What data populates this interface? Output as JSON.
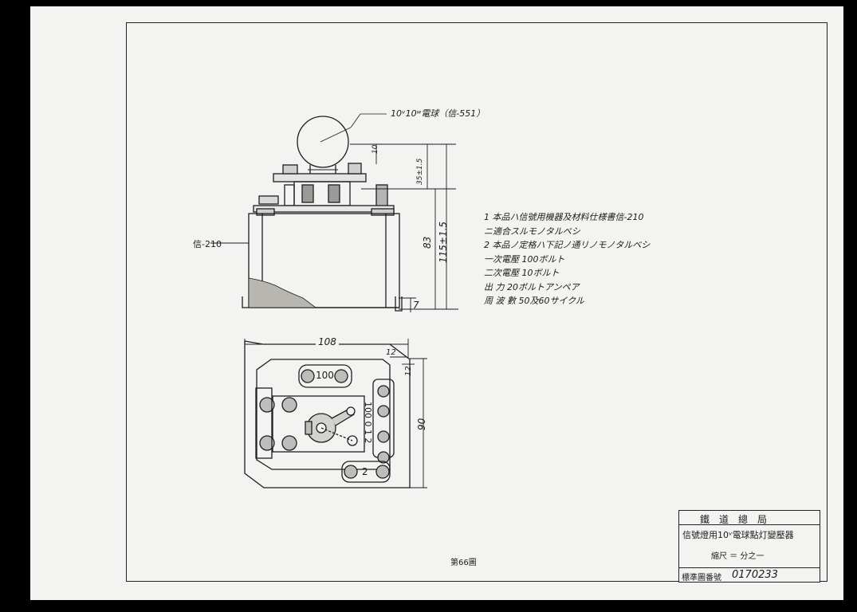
{
  "drawing": {
    "bulb_label": "10ᵛ10ʷ電球（信-551）",
    "left_ref": "信-210",
    "dims": {
      "d_10": "10",
      "d_35": "35±1.5",
      "d_83": "83",
      "d_115": "115±1.5",
      "d_7": "7",
      "d_108": "108",
      "d_12a": "12",
      "d_12b": "12",
      "d_90": "90"
    },
    "terminals": {
      "t100": "100",
      "t2": "2",
      "side_label": "100 0 1 2"
    },
    "page_number": "第66圖"
  },
  "notes": [
    "1  本品ハ信號用機器及材料仕様書信-210",
    "   ニ適合スルモノタルベシ",
    "2  本品ノ定格ハ下記ノ通リノモノタルベシ",
    "   一次電壓    100ボルト",
    "   二次電壓     10ボルト",
    "   出     力    20ボルトアンペア",
    "   周  波  數   50及60サイクル"
  ],
  "title_block": {
    "org": "鐵　道　總　局",
    "title": "信號燈用10ᵛ電球點灯變壓器",
    "scale": "縮尺 ＝ 分之一",
    "std_label": "標準圖番號",
    "std_number": "0170233"
  }
}
